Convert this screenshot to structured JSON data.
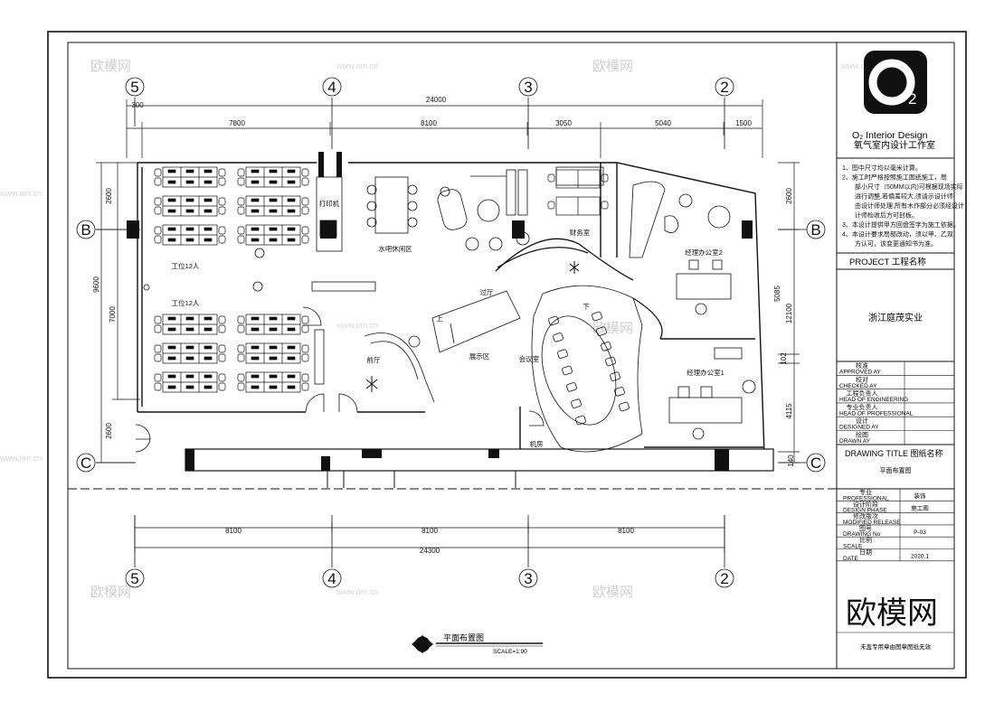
{
  "logo": {
    "letter": "2",
    "brand_en": "O₂ Interior Design",
    "brand_cn": "氧气室内设计工作室"
  },
  "notes": [
    "1、图中尺寸均以毫米计算。",
    "2、施工时严格按照施工图纸施工，局",
    "部小尺寸（50MM以内)可根据现场实际",
    "进行调整,若偏差较大,须请示设计师,",
    "由设计师处理,所有木作部分必须经设计",
    "计师检收后方可封板。",
    "3、本设计提供甲方回盘签字为施工依据。",
    "4、本设计要求局部改动，须以甲、乙双",
    "方认可，该变更通知书为准。"
  ],
  "project": {
    "label": "PROJECT  工程名称",
    "name": "浙江庭茂实业"
  },
  "roles": [
    {
      "cn": "核准",
      "en": "APPROVED AY"
    },
    {
      "cn": "校对",
      "en": "CHECKED AY"
    },
    {
      "cn": "工程负责人",
      "en": "HEAD OF ENGINEERING"
    },
    {
      "cn": "专业负责人",
      "en": "HEAD OF PROFESSIONAL"
    },
    {
      "cn": "设计",
      "en": "DESIGNED AY"
    },
    {
      "cn": "绘图",
      "en": "DRAWN AY"
    }
  ],
  "drawing_title": {
    "label": "DRAWING TITLE  图纸名称",
    "name": "平面布置图"
  },
  "info_rows": [
    {
      "cn": "专业",
      "en": "PROFESSIONAL",
      "value": "装饰"
    },
    {
      "cn": "设计阶段",
      "en": "DESIGN PHASE",
      "value": "施工图"
    },
    {
      "cn": "修改版次",
      "en": "MODIFIED RELEASE",
      "value": ""
    },
    {
      "cn": "图号",
      "en": "DRAWING No",
      "value": "P-03"
    },
    {
      "cn": "比例",
      "en": "SCALE",
      "value": ""
    },
    {
      "cn": "日期",
      "en": "DATE",
      "value": "2020.1"
    }
  ],
  "footer_note": "未盖专用章由图章图纸无效",
  "plan": {
    "title": "平面布置图",
    "scale": "SCALE=1:90",
    "grid_cols": [
      "5",
      "4",
      "3",
      "2"
    ],
    "grid_rows": [
      "B",
      "C"
    ],
    "dims_top_total": "24000",
    "dims_top": [
      "300",
      "7800",
      "8100",
      "3050",
      "5040",
      "1500"
    ],
    "dims_bottom": [
      "8100",
      "8100",
      "8100"
    ],
    "dims_bottom_total": "24300",
    "dims_left": [
      "2600",
      "9600",
      "7000",
      "2600"
    ],
    "dims_right": [
      "2600",
      "5085",
      "12100",
      "102",
      "4115",
      "140"
    ],
    "rooms": {
      "work_top": "工位12人",
      "work_bottom": "工位12人",
      "print": "打印机",
      "bar": "水吧休闲区",
      "finance": "财务室",
      "office2": "经理办公室2",
      "office1": "经理办公室1",
      "hall": "过厅",
      "lobby": "前厅",
      "exhibit": "展示区",
      "meeting": "会议室",
      "machine": "机房",
      "up": "上",
      "down": "下"
    }
  },
  "watermarks": {
    "site": "www.om.cn",
    "brand": "欧模网",
    "corner": "欧模网"
  }
}
